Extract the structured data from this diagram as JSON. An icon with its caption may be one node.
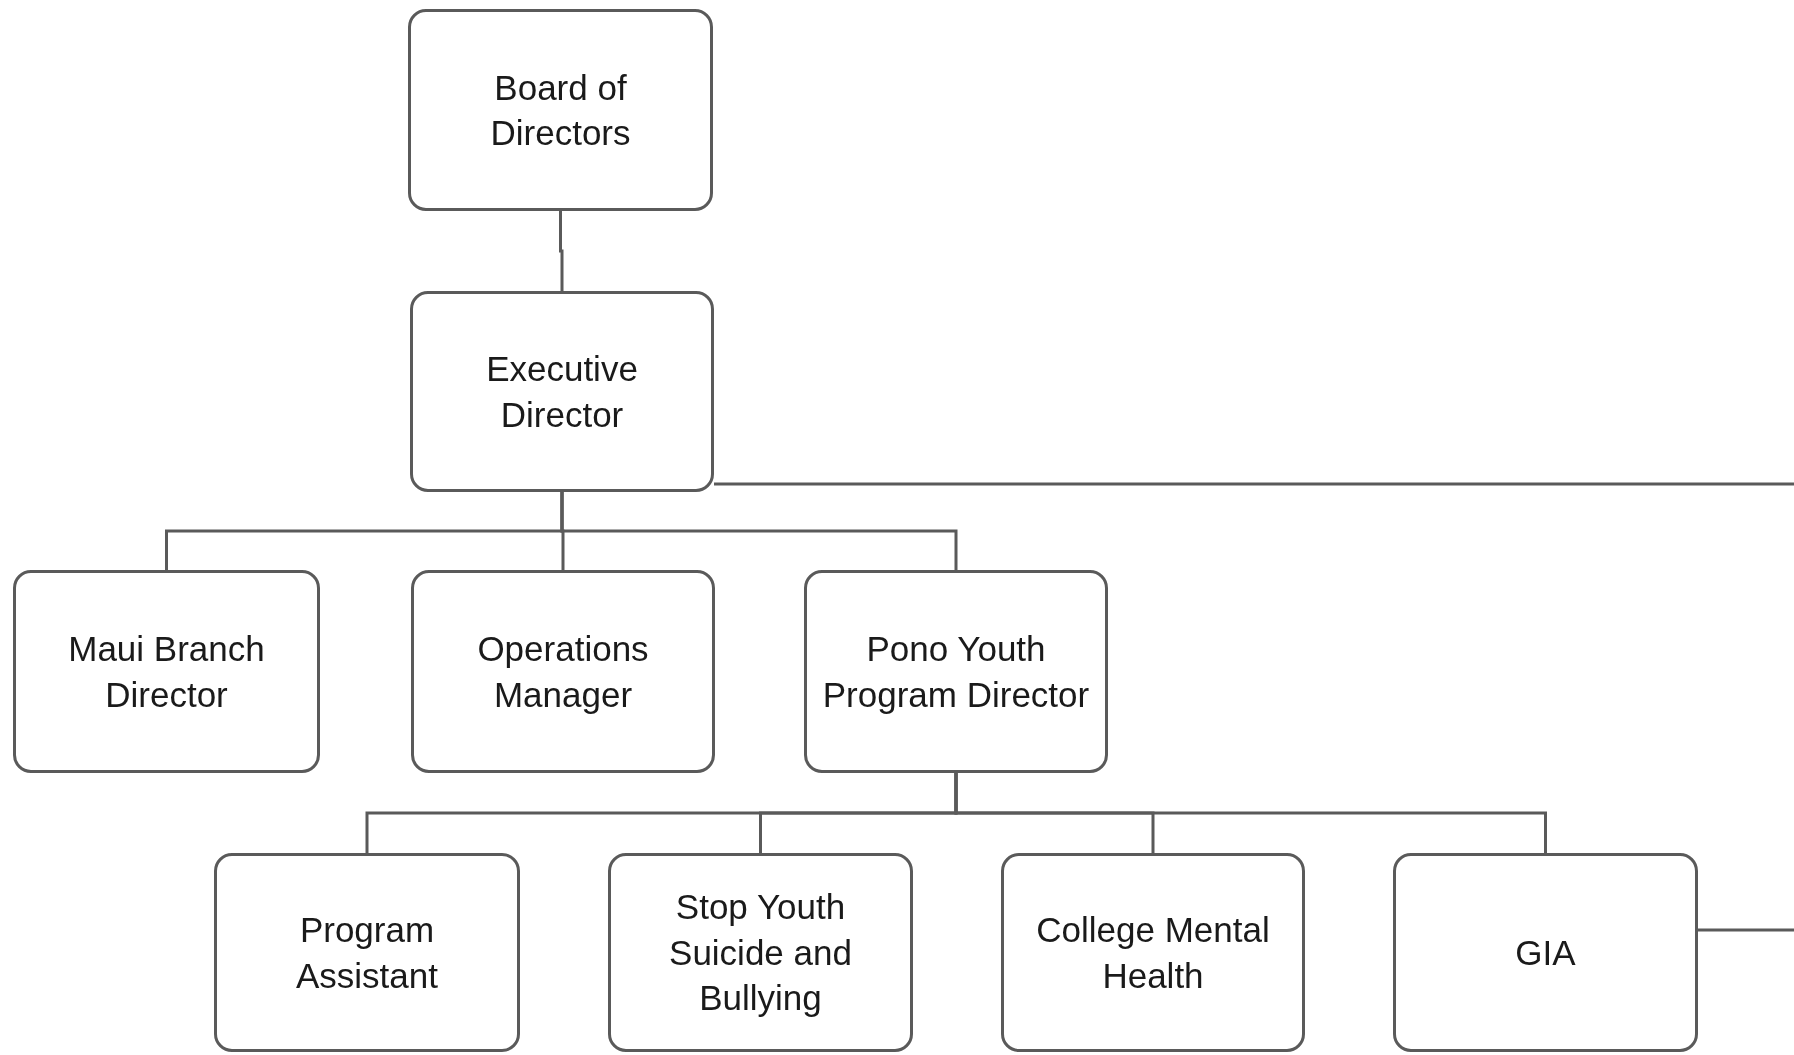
{
  "diagram": {
    "nodes": [
      {
        "text": [
          "Board of Directors"
        ]
      },
      {
        "text": [
          "Executive Director"
        ]
      },
      {
        "text": [
          "Maui Branch Director"
        ]
      },
      {
        "text": [
          "Operations Manager"
        ]
      },
      {
        "text": [
          "Pono Youth Program Director"
        ]
      },
      {
        "text": [
          "Program Assistant"
        ]
      },
      {
        "text": [
          "Stop Youth Suicide and Bullying"
        ]
      },
      {
        "text": [
          "College Mental Health"
        ]
      },
      {
        "text": [
          "GIA"
        ]
      }
    ],
    "edges": [
      {
        "from": 0,
        "to": 1,
        "arrow": "none"
      },
      {
        "from": 1,
        "to": 2,
        "arrow": "none"
      },
      {
        "from": 1,
        "to": 3,
        "arrow": "none"
      },
      {
        "from": 1,
        "to": 4,
        "arrow": "none"
      },
      {
        "from": 4,
        "to": 5,
        "arrow": "none"
      },
      {
        "from": 4,
        "to": 6,
        "arrow": "none"
      },
      {
        "from": 4,
        "to": 7,
        "arrow": "none"
      },
      {
        "from": 4,
        "to": 8,
        "arrow": "none"
      },
      {
        "from": 1,
        "to": null,
        "arrow": "none"
      },
      {
        "from": 8,
        "to": null,
        "arrow": "none"
      }
    ]
  }
}
